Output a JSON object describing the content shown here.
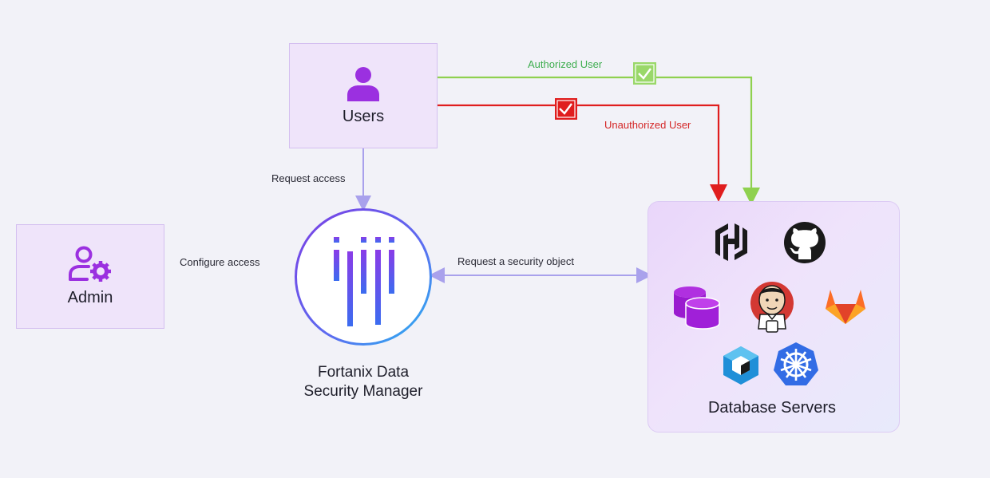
{
  "nodes": {
    "users": "Users",
    "admin": "Admin",
    "fdsm": [
      "Fortanix Data",
      "Security Manager"
    ],
    "database_servers": "Database Servers"
  },
  "edges": {
    "authorized": "Authorized User",
    "unauthorized": "Unauthorized User",
    "request_access": "Request access",
    "configure_access": "Configure access",
    "security_object": "Request a security object"
  },
  "icons": {
    "users": "user-icon",
    "admin": "admin-gear-icon",
    "fdsm": "fortanix-logo-icon",
    "servers": [
      "hashicorp-icon",
      "github-icon",
      "database-icon",
      "jenkins-icon",
      "gitlab-icon",
      "cockroach-icon",
      "kubernetes-icon"
    ],
    "authorized_badge": "check-icon",
    "unauthorized_badge": "check-icon"
  },
  "colors": {
    "authorized": "#8fd14f",
    "unauthorized": "#e01e1e",
    "accent": "#9b30e0",
    "arrow": "#a9a1ec"
  }
}
